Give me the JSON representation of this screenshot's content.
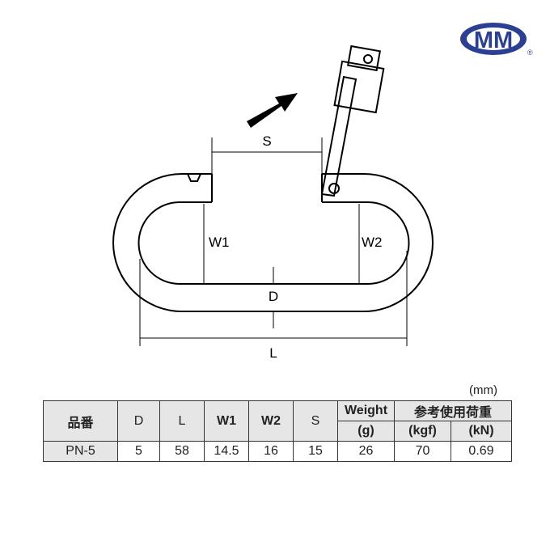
{
  "logo": {
    "text": "MM",
    "registered": "®",
    "color": "#2b3f94"
  },
  "diagram": {
    "labels": {
      "S": "S",
      "W1": "W1",
      "W2": "W2",
      "D": "D",
      "L": "L"
    }
  },
  "table": {
    "unit": "(mm)",
    "headers": {
      "part_no": "品番",
      "D": "D",
      "L": "L",
      "W1": "W1",
      "W2": "W2",
      "S": "S",
      "weight": "Weight",
      "weight_unit": "(g)",
      "load": "参考使用荷重",
      "kgf": "(kgf)",
      "kn": "(kN)"
    },
    "rows": [
      {
        "part_no": "PN-5",
        "D": "5",
        "L": "58",
        "W1": "14.5",
        "W2": "16",
        "S": "15",
        "weight": "26",
        "kgf": "70",
        "kn": "0.69"
      }
    ]
  }
}
